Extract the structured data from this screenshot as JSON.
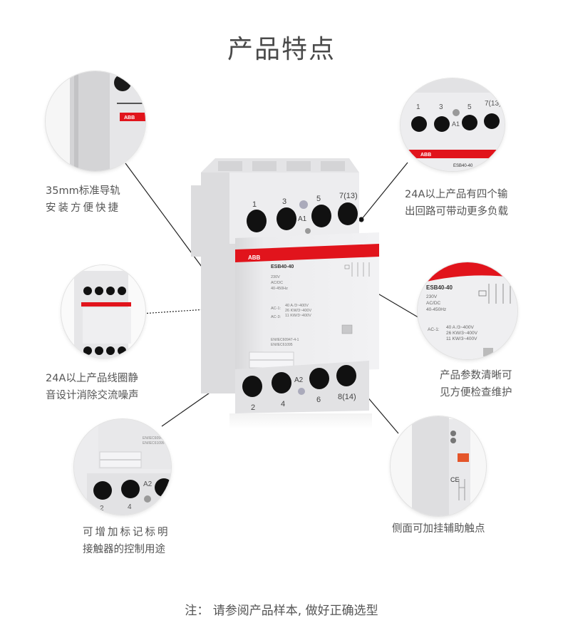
{
  "title": "产品特点",
  "features": [
    {
      "id": "din-rail",
      "lines": [
        "35mm标准导轨",
        "安装方便快捷"
      ]
    },
    {
      "id": "four-outputs",
      "lines": [
        "24A以上产品有四个输",
        "出回路可带动更多负载"
      ]
    },
    {
      "id": "silent-coil",
      "lines": [
        "24A以上产品线圈静",
        "音设计消除交流噪声"
      ]
    },
    {
      "id": "clear-params",
      "lines": [
        "产品参数清晰可",
        "见方便检查维护"
      ]
    },
    {
      "id": "marking",
      "lines": [
        "可增加标记标明",
        "接触器的控制用途"
      ]
    },
    {
      "id": "aux-contact",
      "lines": [
        "侧面可加挂辅助触点"
      ]
    }
  ],
  "product": {
    "brand": "ABB",
    "model": "ESB40-40",
    "voltage": "230V",
    "current_type": "AC/DC",
    "frequency": "40-450Hz",
    "ac1_label": "AC-1:",
    "ac1_value": "40 A  /3~400V",
    "ac1_power": "26 KW/3~400V",
    "ac3_label": "AC-3:",
    "ac3_power": "11 KW/3~400V",
    "standard1": "EN/IEC60947-4-1",
    "standard2": "EN/IEC61095",
    "top_terminals": [
      "1",
      "3",
      "5",
      "7(13)"
    ],
    "top_coil": "A1",
    "bottom_terminals": [
      "2",
      "4",
      "6",
      "8(14)"
    ],
    "bottom_coil": "A2",
    "accent_color": "#e1141c"
  },
  "footer_note": "注： 请参阅产品样本, 做好正确选型"
}
